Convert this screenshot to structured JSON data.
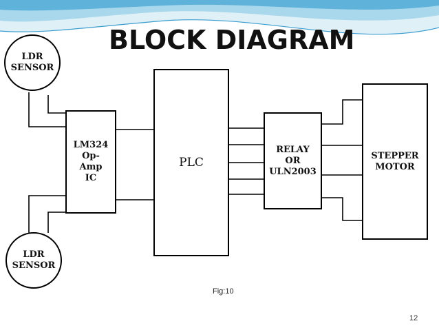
{
  "title": "BLOCK DIAGRAM",
  "blocks": {
    "ldr_top": "LDR\nSENSOR",
    "ldr_bottom": "LDR\nSENSOR",
    "opamp": "LM324\nOp-\nAmp\nIC",
    "plc": "PLC",
    "relay": "RELAY\nOR\nULN2003",
    "stepper": "STEPPER\nMOTOR"
  },
  "figure_caption": "Fig:10",
  "page_number": "12",
  "colors": {
    "wave_light": "#cfe8f3",
    "wave_mid": "#7fc4e0",
    "wave_dark": "#2e8bbf",
    "line": "#000000"
  }
}
